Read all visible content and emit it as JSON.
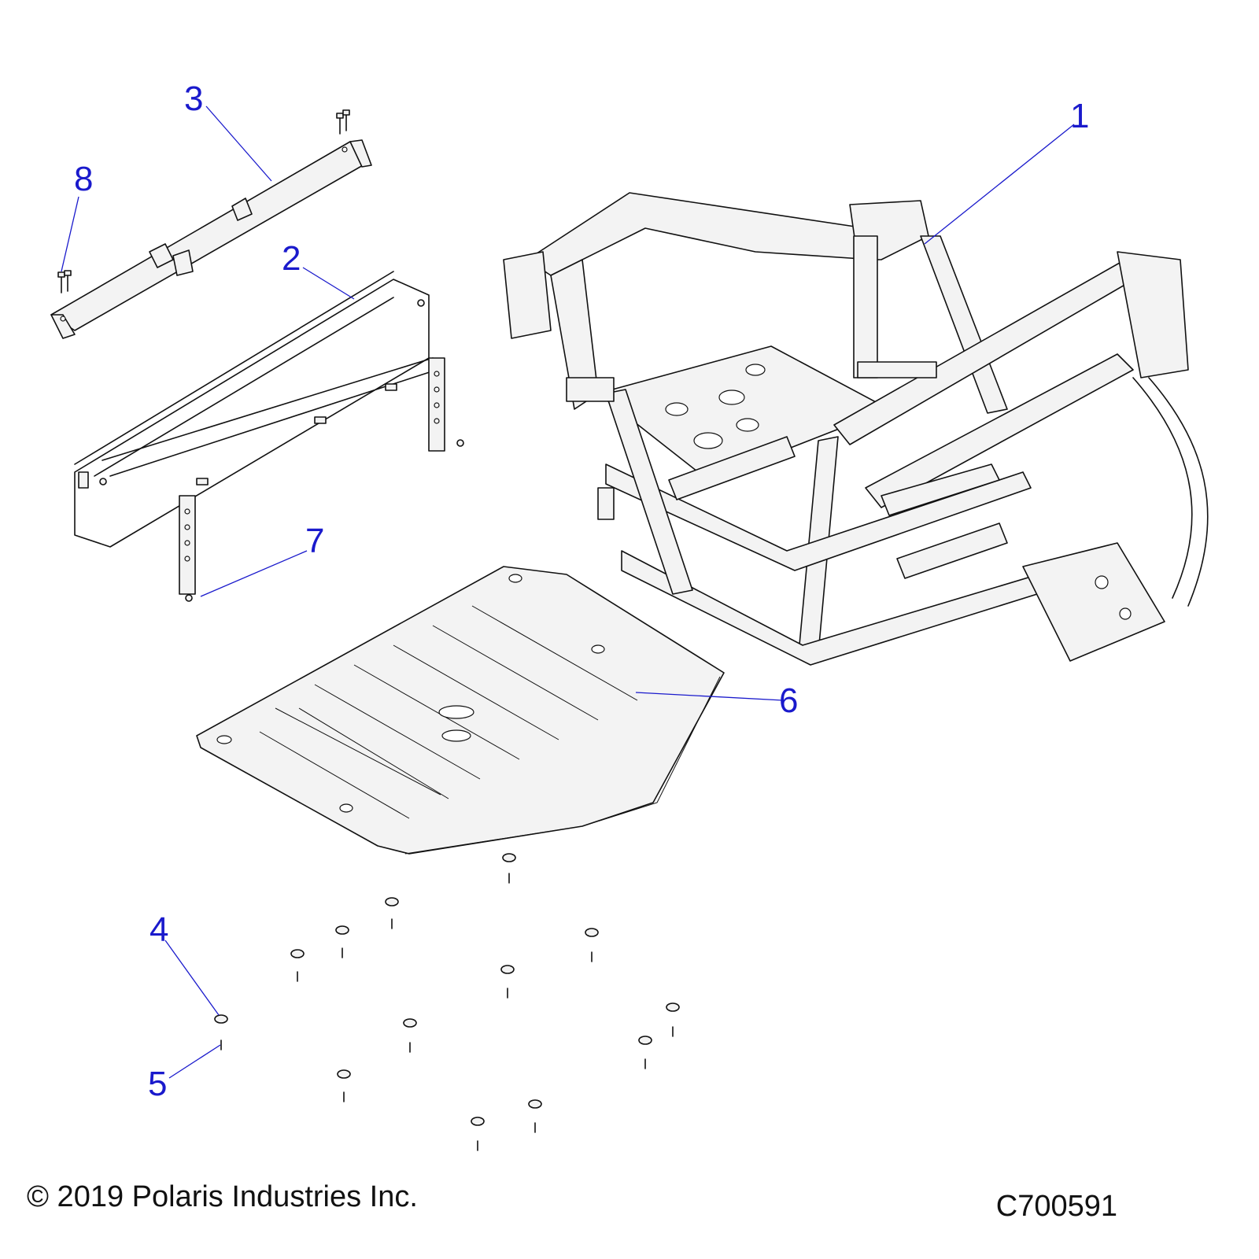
{
  "callouts": [
    {
      "id": "1",
      "label": "1"
    },
    {
      "id": "2",
      "label": "2"
    },
    {
      "id": "3",
      "label": "3"
    },
    {
      "id": "4",
      "label": "4"
    },
    {
      "id": "5",
      "label": "5"
    },
    {
      "id": "6",
      "label": "6"
    },
    {
      "id": "7",
      "label": "7"
    },
    {
      "id": "8",
      "label": "8"
    }
  ],
  "footer": {
    "copyright": "© 2019 Polaris Industries Inc.",
    "diagram_id": "C700591"
  },
  "colors": {
    "callout": "#1a1acc",
    "line_art": "#111111",
    "background": "#ffffff"
  }
}
